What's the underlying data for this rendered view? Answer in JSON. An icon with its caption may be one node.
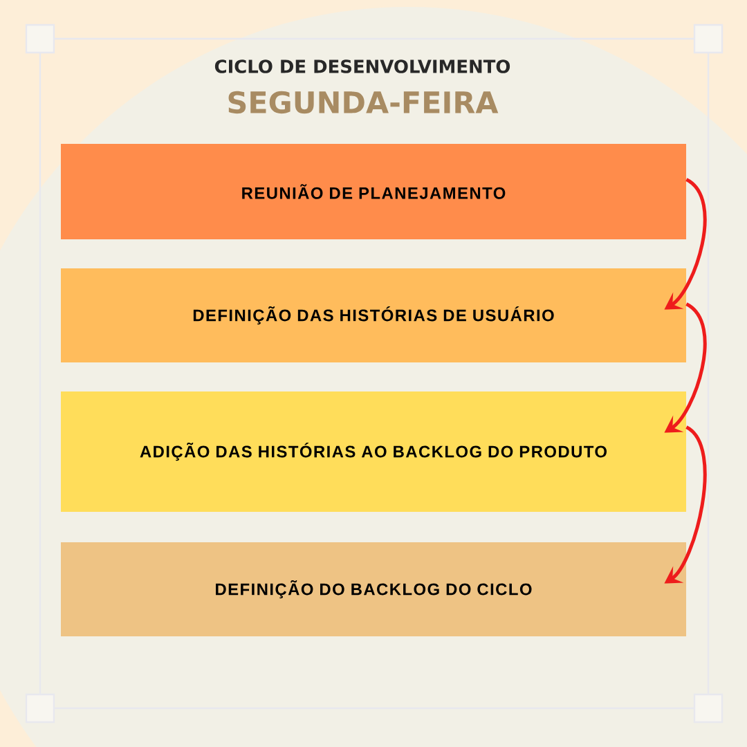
{
  "diagram": {
    "title": "CICLO DE DESENVOLVIMENTO",
    "caption": "SEGUNDA-FEIRA",
    "nodes": [
      {
        "text": [
          "REUNIÃO DE PLANEJAMENTO"
        ]
      },
      {
        "text": [
          "DEFINIÇÃO DAS HISTÓRIAS DE USUÁRIO"
        ]
      },
      {
        "text": [
          "ADIÇÃO DAS HISTÓRIAS AO BACKLOG DO PRODUTO"
        ]
      },
      {
        "text": [
          "DEFINIÇÃO DO BACKLOG DO CICLO"
        ]
      }
    ],
    "edges": [
      {
        "from": 0,
        "to": 1,
        "arrow": "to"
      },
      {
        "from": 1,
        "to": 2,
        "arrow": "to"
      },
      {
        "from": 2,
        "to": 3,
        "arrow": "to"
      }
    ]
  }
}
